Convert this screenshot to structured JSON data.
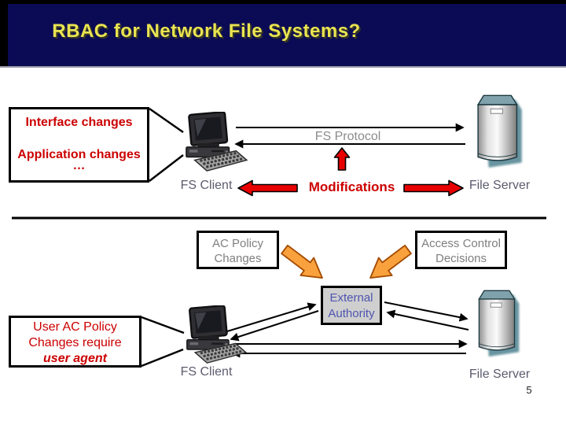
{
  "slide": {
    "title": "RBAC for Network File Systems?",
    "page_number": "5"
  },
  "top": {
    "callout_lines": [
      "Interface changes",
      "Application changes",
      "…"
    ],
    "fs_client": "FS Client",
    "fs_protocol": "FS Protocol",
    "modifications": "Modifications",
    "file_server": "File Server"
  },
  "bottom": {
    "ac_policy": [
      "AC Policy",
      "Changes"
    ],
    "access_control": [
      "Access Control",
      "Decisions"
    ],
    "external_authority": [
      "External",
      "Authority"
    ],
    "callout_lines": [
      "User AC Policy",
      "Changes require",
      "user agent"
    ],
    "fs_client": "FS Client",
    "file_server": "File Server"
  },
  "icons": {
    "client": "desktop-computer-icon",
    "server": "server-tower-icon"
  },
  "colors": {
    "header_bg": "#0B0B55",
    "title_text": "#E9E451",
    "red_text": "#CC0000",
    "red_arrow_fill": "#E80000",
    "orange_arrow_fill": "#F9A13C",
    "orange_arrow_stroke": "#A34A00",
    "protocol_gray": "#8C8C8C",
    "node_label": "#5B5B6E",
    "box_gray_text": "#7F7F7F",
    "external_authority_bg": "#CFCFCF",
    "external_authority_text": "#4E55B0",
    "server_top_face": "#7FA2AC",
    "server_shadow": "#4E8290"
  }
}
